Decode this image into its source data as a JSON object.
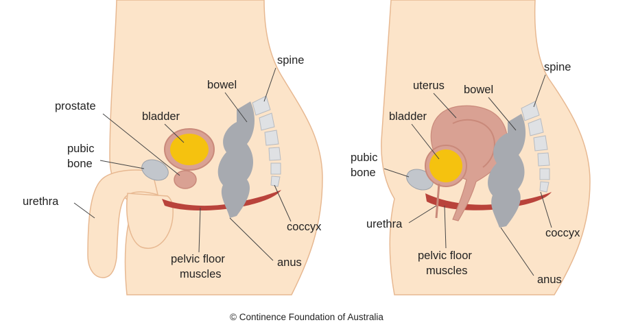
{
  "colors": {
    "skin": "#fce4c9",
    "skin_outline": "#e7b891",
    "bladder_fill": "#f5c20f",
    "bladder_outline": "#c9897a",
    "bone": "#c2c6cc",
    "muscle": "#b9433b",
    "uterus": "#d9a193",
    "bowel": "#a7aab0",
    "spine": "#dfe1e4",
    "text": "#222222"
  },
  "left_figure": {
    "labels": {
      "prostate": "prostate",
      "bladder": "bladder",
      "bowel": "bowel",
      "spine": "spine",
      "pubic_bone_line1": "pubic",
      "pubic_bone_line2": "bone",
      "urethra": "urethra",
      "coccyx": "coccyx",
      "pelvic_floor_line1": "pelvic floor",
      "pelvic_floor_line2": "muscles",
      "anus": "anus"
    }
  },
  "right_figure": {
    "labels": {
      "uterus": "uterus",
      "bladder": "bladder",
      "bowel": "bowel",
      "spine": "spine",
      "pubic_bone_line1": "pubic",
      "pubic_bone_line2": "bone",
      "urethra": "urethra",
      "coccyx": "coccyx",
      "pelvic_floor_line1": "pelvic floor",
      "pelvic_floor_line2": "muscles",
      "anus": "anus"
    }
  },
  "copyright": "© Continence Foundation of Australia"
}
